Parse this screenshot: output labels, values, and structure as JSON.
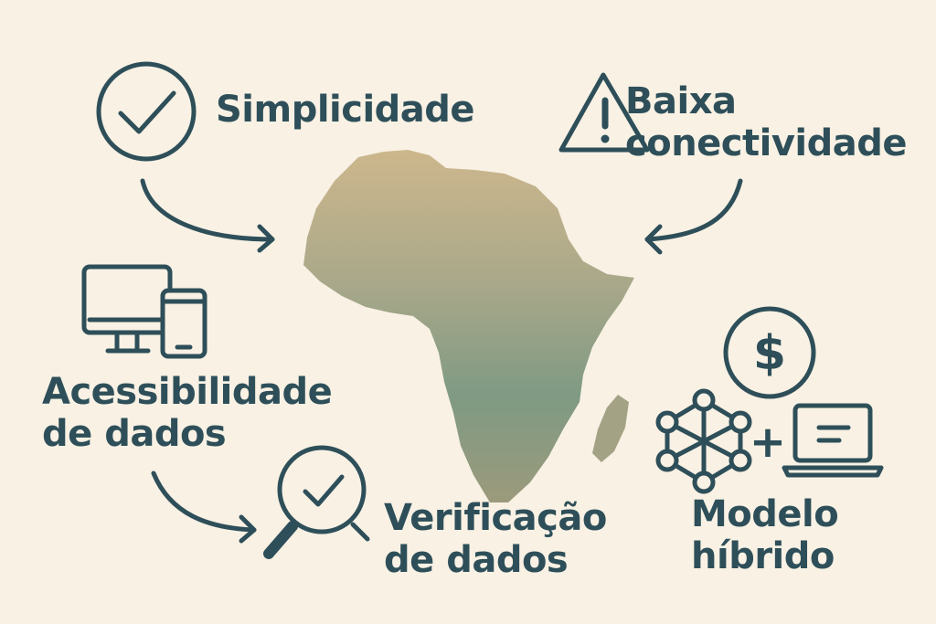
{
  "labels": {
    "simplicidade": [
      "Simplicidade"
    ],
    "baixa_conectividade": [
      "Baixa",
      "conectividade"
    ],
    "acessibilidade": [
      "Acessibilidade",
      "de dados"
    ],
    "verificacao": [
      "Verificação",
      "de dados"
    ],
    "modelo_hibrido": [
      "Modelo",
      "híbrido"
    ]
  },
  "symbols": {
    "plus": "+",
    "dollar": "$",
    "exclamation": "!"
  },
  "colors": {
    "ink": "#2e4f59",
    "background": "#f8f1e4",
    "land_north": "#cdb78c",
    "land_south": "#7f9a83"
  },
  "icons": [
    "check-circle-icon",
    "warning-triangle-icon",
    "desktop-icon",
    "smartphone-icon",
    "magnifier-check-icon",
    "dollar-coin-icon",
    "network-icon",
    "laptop-icon"
  ]
}
